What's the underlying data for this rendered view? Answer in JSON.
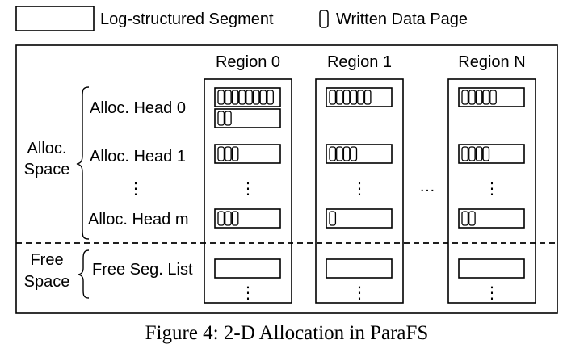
{
  "legend": {
    "segment_label": "Log-structured Segment",
    "page_label": "Written Data Page"
  },
  "regions": [
    {
      "title": "Region 0",
      "alloc_segments": [
        {
          "pages": 8
        },
        {
          "pages": 2
        }
      ],
      "head1_pages": 3,
      "headm_pages": 3
    },
    {
      "title": "Region 1",
      "alloc_segments": [
        {
          "pages": 6
        }
      ],
      "head1_pages": 4,
      "headm_pages": 1
    },
    {
      "title": "Region N",
      "alloc_segments": [
        {
          "pages": 5
        }
      ],
      "head1_pages": 4,
      "headm_pages": 2
    }
  ],
  "ellipsis_between_regions": "…",
  "vertical_dots": "⋮",
  "alloc_space": {
    "label_line1": "Alloc.",
    "label_line2": "Space",
    "heads": [
      "Alloc. Head 0",
      "Alloc. Head 1",
      "⋮",
      "Alloc. Head m"
    ]
  },
  "free_space": {
    "label_line1": "Free",
    "label_line2": "Space",
    "list_label": "Free Seg. List"
  },
  "caption": "Figure 4: 2-D Allocation in ParaFS"
}
